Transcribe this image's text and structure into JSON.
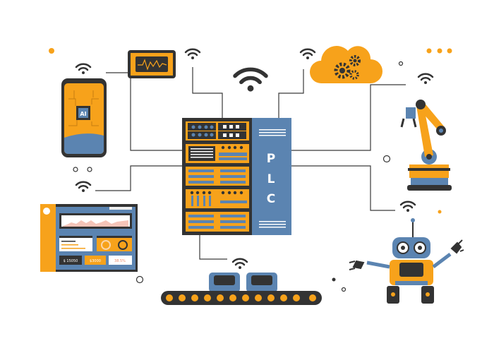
{
  "plc": {
    "label_p": "P",
    "label_l": "L",
    "label_c": "C"
  },
  "phone": {
    "chip_label": "AI"
  },
  "dashboard": {
    "card1": "$ 15050",
    "card2": "$3000",
    "card3": "38.5%"
  },
  "colors": {
    "orange": "#F7A21B",
    "blue": "#5B84B1",
    "dark": "#333333",
    "line": "#3a3a3a"
  }
}
